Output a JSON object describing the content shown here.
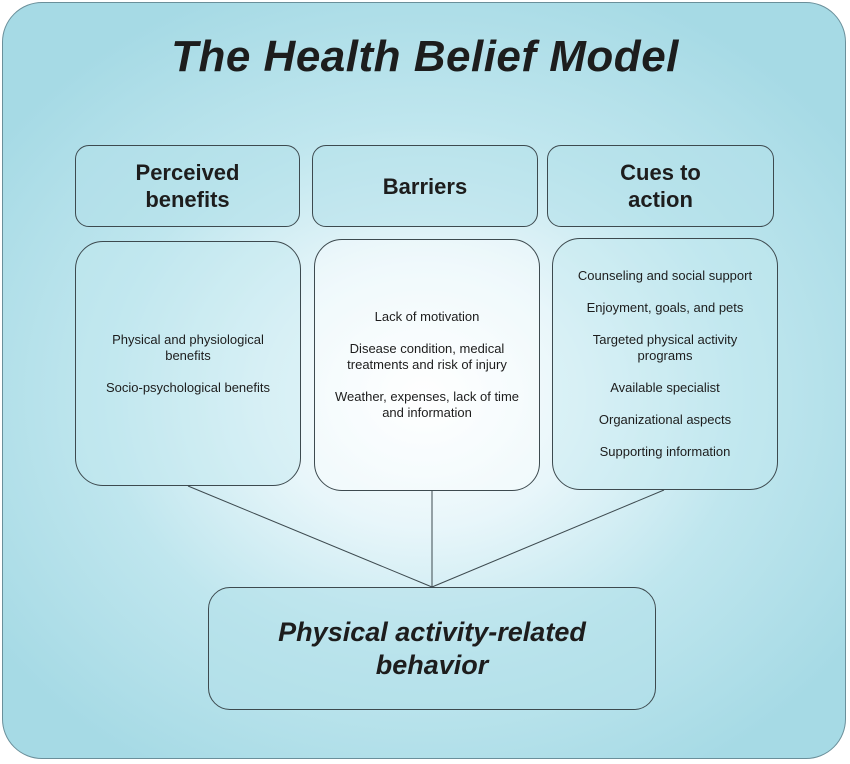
{
  "title": "The Health Belief Model",
  "columns": [
    {
      "header": "Perceived\nbenefits",
      "items": [
        "Physical and physiological\nbenefits",
        "Socio-psychological benefits"
      ]
    },
    {
      "header": "Barriers",
      "items": [
        "Lack of motivation",
        "Disease condition, medical\ntreatments and risk of injury",
        "Weather, expenses, lack of time\nand information"
      ]
    },
    {
      "header": "Cues to\naction",
      "items": [
        "Counseling and social support",
        "Enjoyment, goals, and pets",
        "Targeted physical activity\nprograms",
        "Available specialist",
        "Organizational aspects",
        "Supporting information"
      ]
    }
  ],
  "outcome": "Physical activity-related\nbehavior"
}
